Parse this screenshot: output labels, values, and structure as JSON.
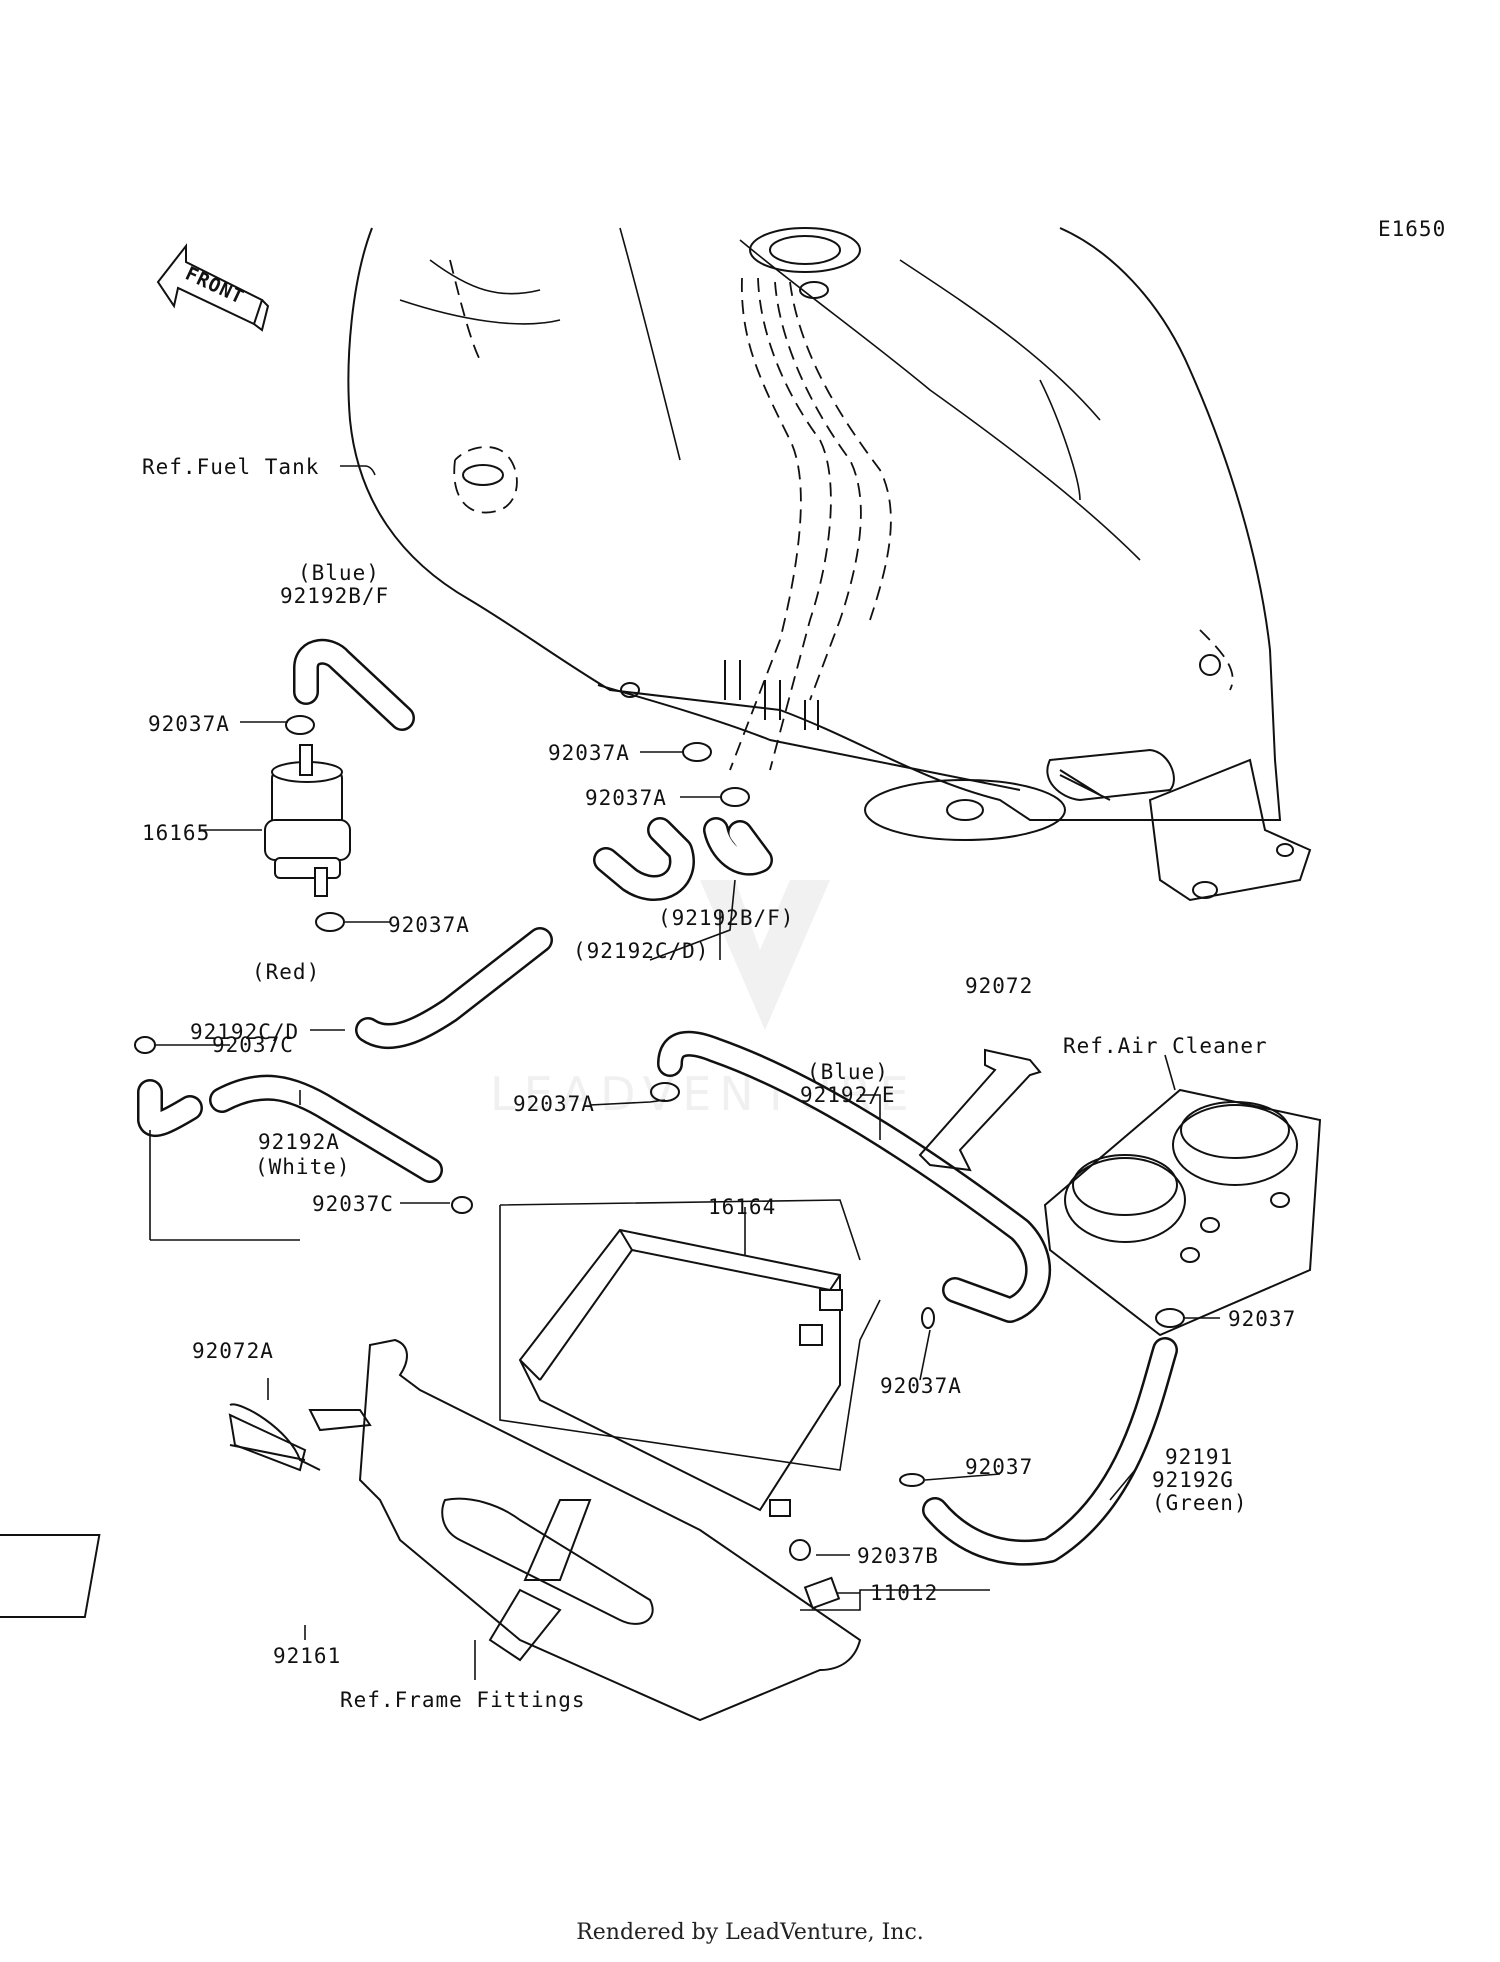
{
  "code": "E1650",
  "front": "FRONT",
  "footer": "Rendered by LeadVenture, Inc.",
  "watermark": "LEADVENTURE",
  "labels": {
    "fuel_tank": "Ref.Fuel Tank",
    "blue_1": "(Blue)",
    "p92192BF_1": "92192B/F",
    "p92037A_1": "92037A",
    "p16165": "16165",
    "p92037A_2": "92037A",
    "p92037A_3": "92037A",
    "p92037A_4": "92037A",
    "red": "(Red)",
    "p92192CD": "92192C/D",
    "p92192BF_2": "(92192B/F)",
    "p92192CD_2": "(92192C/D)",
    "p92072": "92072",
    "air_cleaner": "Ref.Air Cleaner",
    "p92037C_1": "92037C",
    "p92037A_5": "92037A",
    "blue_2": "(Blue)",
    "p92192E": "92192/E",
    "p92192A": "92192A",
    "white": "(White)",
    "p92037C_2": "92037C",
    "p16164": "16164",
    "p92037_1": "92037",
    "p92072A": "92072A",
    "p92037A_6": "92037A",
    "p92037_2": "92037",
    "p92191": "92191",
    "p92192G": "92192G",
    "green": "(Green)",
    "p92037B": "92037B",
    "p11012": "11012",
    "p92161": "92161",
    "frame": "Ref.Frame Fittings"
  }
}
